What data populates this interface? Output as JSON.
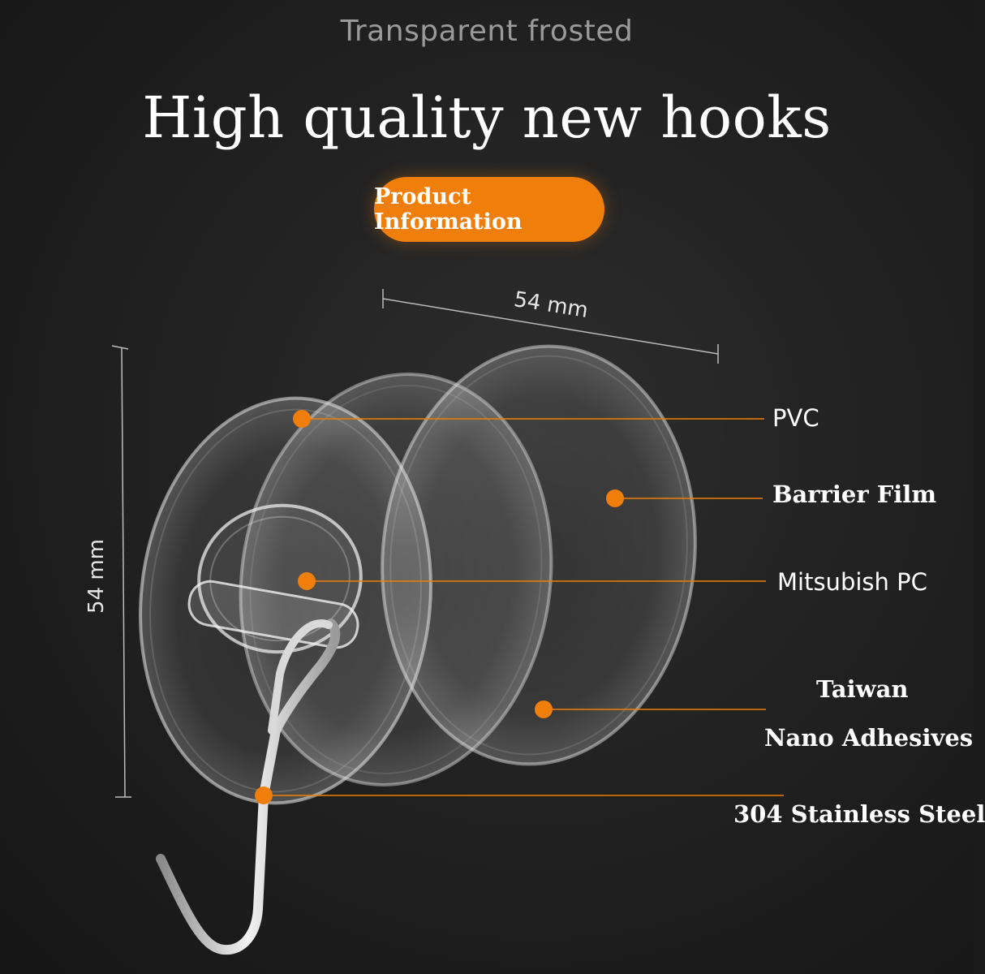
{
  "header": {
    "subtitle": "Transparent frosted",
    "title": "High quality new hooks",
    "badge": "Product Information"
  },
  "dimensions": {
    "width": "54 mm",
    "height": "54 mm"
  },
  "labels": {
    "pvc": "PVC",
    "barrier_film": "Barrier Film",
    "mitsubish_pc": "Mitsubish PC",
    "adhesive_line1": "Taiwan",
    "adhesive_line2": "Nano Adhesives",
    "steel": "304 Stainless Steel"
  },
  "colors": {
    "accent": "#f07e0b",
    "background": "#1c1c1c",
    "text": "#ffffff"
  }
}
